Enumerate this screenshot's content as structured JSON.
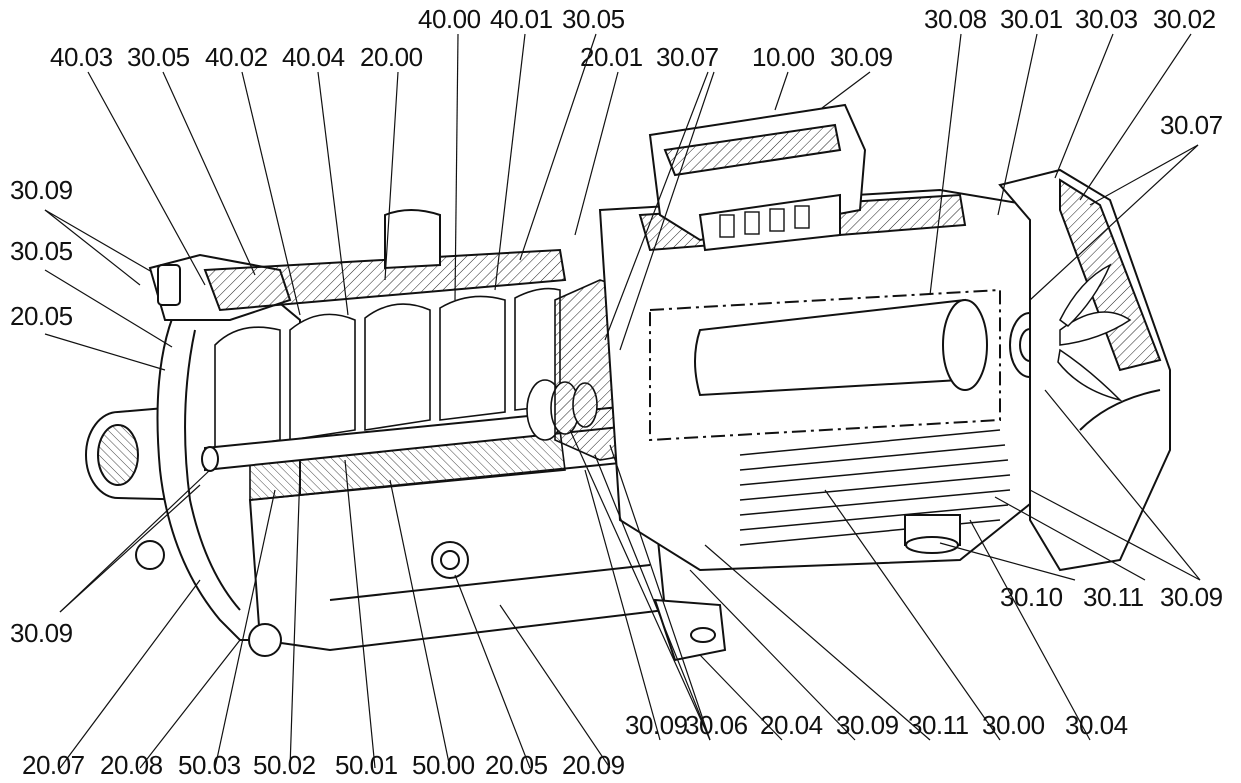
{
  "labels": {
    "l_40_00": "40.00",
    "l_40_01": "40.01",
    "l_30_05_top": "30.05",
    "l_30_08": "30.08",
    "l_30_01": "30.01",
    "l_30_03": "30.03",
    "l_30_02": "30.02",
    "l_40_03": "40.03",
    "l_30_05_b": "30.05",
    "l_40_02": "40.02",
    "l_40_04": "40.04",
    "l_20_00": "20.00",
    "l_20_01": "20.01",
    "l_30_07_top": "30.07",
    "l_10_00": "10.00",
    "l_30_09_top": "30.09",
    "l_30_07_right": "30.07",
    "l_30_09_left": "30.09",
    "l_30_05_left": "30.05",
    "l_20_05_left": "20.05",
    "l_30_09_lower_left": "30.09",
    "l_30_10": "30.10",
    "l_30_11_right": "30.11",
    "l_30_09_right": "30.09",
    "l_30_09_b1": "30.09",
    "l_30_06": "30.06",
    "l_20_04": "20.04",
    "l_30_09_b2": "30.09",
    "l_30_11_b": "30.11",
    "l_30_00": "30.00",
    "l_30_04": "30.04",
    "l_20_07": "20.07",
    "l_20_08": "20.08",
    "l_50_03": "50.03",
    "l_50_02": "50.02",
    "l_50_01": "50.01",
    "l_50_00": "50.00",
    "l_20_05_bottom": "20.05",
    "l_20_09": "20.09"
  }
}
